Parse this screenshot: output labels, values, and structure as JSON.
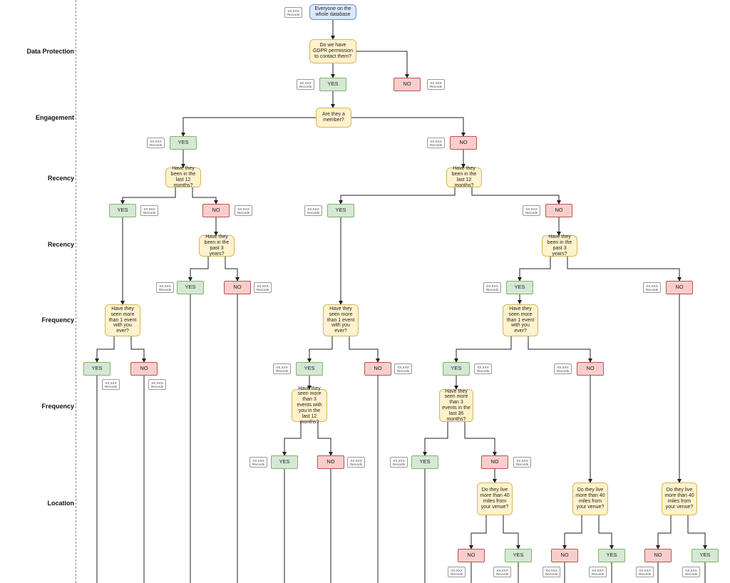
{
  "stages": {
    "data_protection": "Data Protection",
    "engagement": "Engagement",
    "recency_1": "Recency",
    "recency_2": "Recency",
    "frequency_1": "Frequency",
    "frequency_2": "Frequency",
    "location": "Location"
  },
  "labels": {
    "yes": "YES",
    "no": "NO",
    "records_count": "XX,XXX",
    "records_word": "Records"
  },
  "nodes": {
    "start": "Everyone on the whole database",
    "gdpr": "Do we have GDPR permission to contact them?",
    "member": "Are they a member?",
    "recent12": "Have they been in the last 12 months?",
    "past3years": "Have they been in the past 3 years?",
    "events1": "Have they seen more than 1 event with you ever?",
    "events3_12": "Have they seen more than 3 events with you in the last 12 months?",
    "events3_36": "Have they seen more than 3 events in the last 36 months?",
    "miles40": "Do they live more than 40 miles from your venue?"
  },
  "colors": {
    "question_fill": "#fff2cc",
    "question_border": "#d6b656",
    "yes_fill": "#d5e8d4",
    "yes_border": "#82b366",
    "no_fill": "#f8cecc",
    "no_border": "#b85450",
    "start_fill": "#dae8fc",
    "start_border": "#6c8ebf"
  }
}
